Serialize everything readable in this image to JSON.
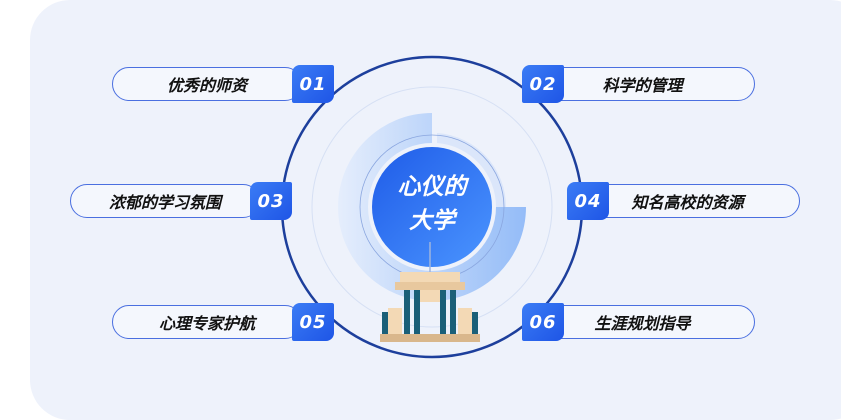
{
  "center": {
    "line1": "心仪的",
    "line2": "大学"
  },
  "items": [
    {
      "num": "01",
      "label": "优秀的师资"
    },
    {
      "num": "02",
      "label": "科学的管理"
    },
    {
      "num": "03",
      "label": "浓郁的学习氛围"
    },
    {
      "num": "04",
      "label": "知名高校的资源"
    },
    {
      "num": "05",
      "label": "心理专家护航"
    },
    {
      "num": "06",
      "label": "生涯规划指导"
    }
  ],
  "colors": {
    "accent": "#1e55e6",
    "ring": "#1d3f9c",
    "background": "#eef2fb"
  }
}
